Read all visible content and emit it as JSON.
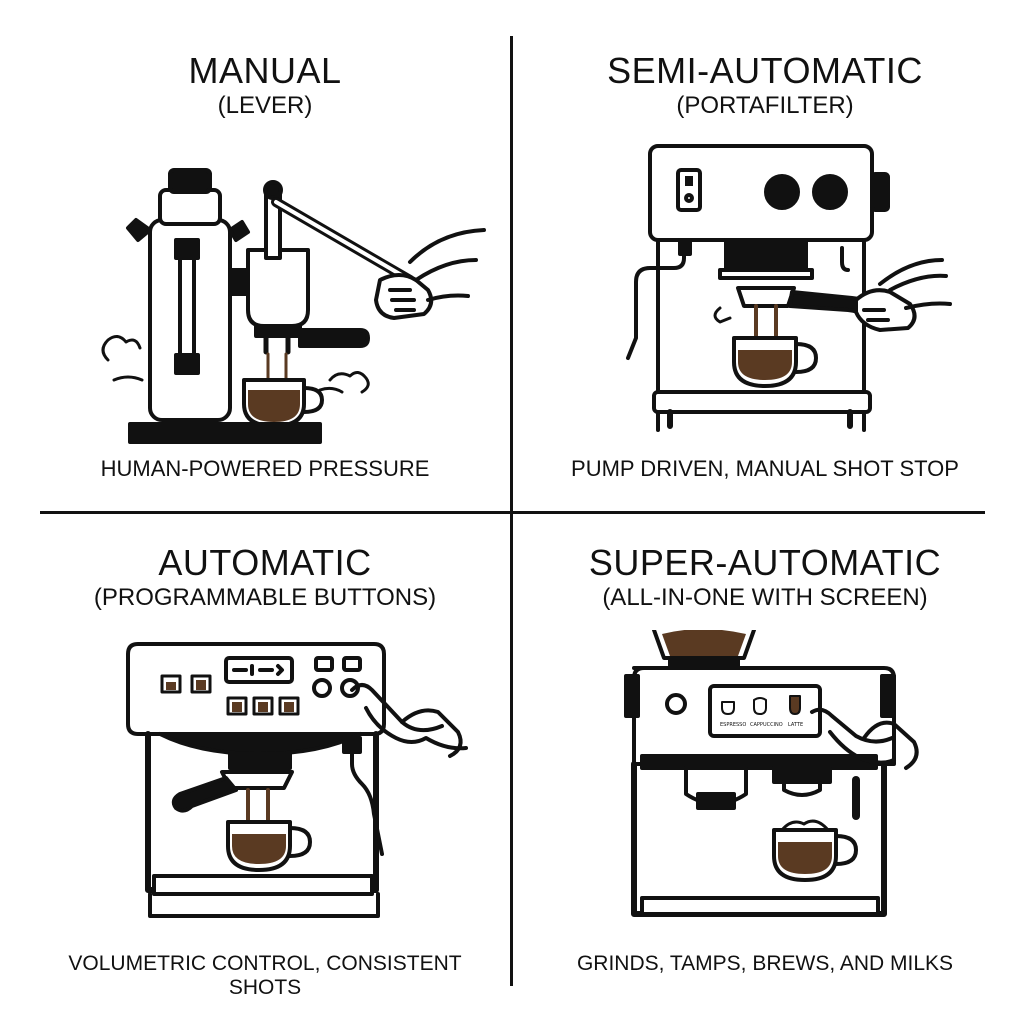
{
  "panels": {
    "manual": {
      "title": "MANUAL",
      "subtitle": "(LEVER)",
      "caption": "HUMAN-POWERED PRESSURE"
    },
    "semi_automatic": {
      "title": "SEMI-AUTOMATIC",
      "subtitle": "(PORTAFILTER)",
      "caption": "PUMP DRIVEN, MANUAL SHOT STOP"
    },
    "automatic": {
      "title": "AUTOMATIC",
      "subtitle": "(PROGRAMMABLE BUTTONS)",
      "caption": "VOLUMETRIC CONTROL, CONSISTENT SHOTS"
    },
    "super_automatic": {
      "title": "SUPER-AUTOMATIC",
      "subtitle": "(ALL-IN-ONE WITH SCREEN)",
      "caption": "GRINDS, TAMPS, BREWS, AND MILKS",
      "screen_options": [
        "ESPRESSO",
        "CAPPUCCINO",
        "LATTE"
      ]
    }
  },
  "colors": {
    "ink": "#111111",
    "coffee": "#5a3a22",
    "paper": "#ffffff"
  }
}
